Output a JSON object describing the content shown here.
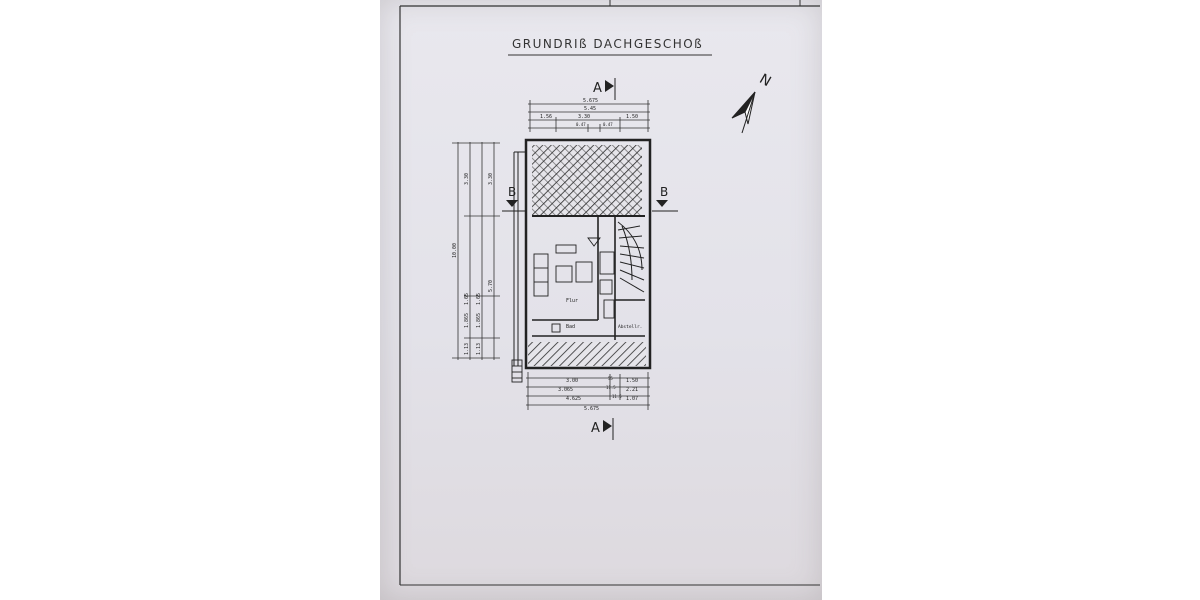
{
  "title": "GRUNDRIß DACHGESCHOß",
  "section_marks": {
    "a": "A",
    "b": "B"
  },
  "north": "N",
  "dims": {
    "top": [
      "5.675",
      "5.45",
      "1.56",
      "3.30",
      "1.50",
      "0.47",
      "0.47"
    ],
    "bottom": [
      "3.00",
      "55",
      "1.50",
      "3.065",
      "11.5",
      "2.21",
      "4.625",
      "11.5",
      "1.07",
      "5.675"
    ],
    "left": [
      "3.30",
      "3.30",
      "10.00",
      "5.70",
      "1.65",
      "1.865",
      "1.65",
      "1.865",
      "1.13",
      "1.13"
    ]
  },
  "rooms": {
    "room1": "Flur",
    "room2": "Bad",
    "room3": "Abstellr."
  }
}
